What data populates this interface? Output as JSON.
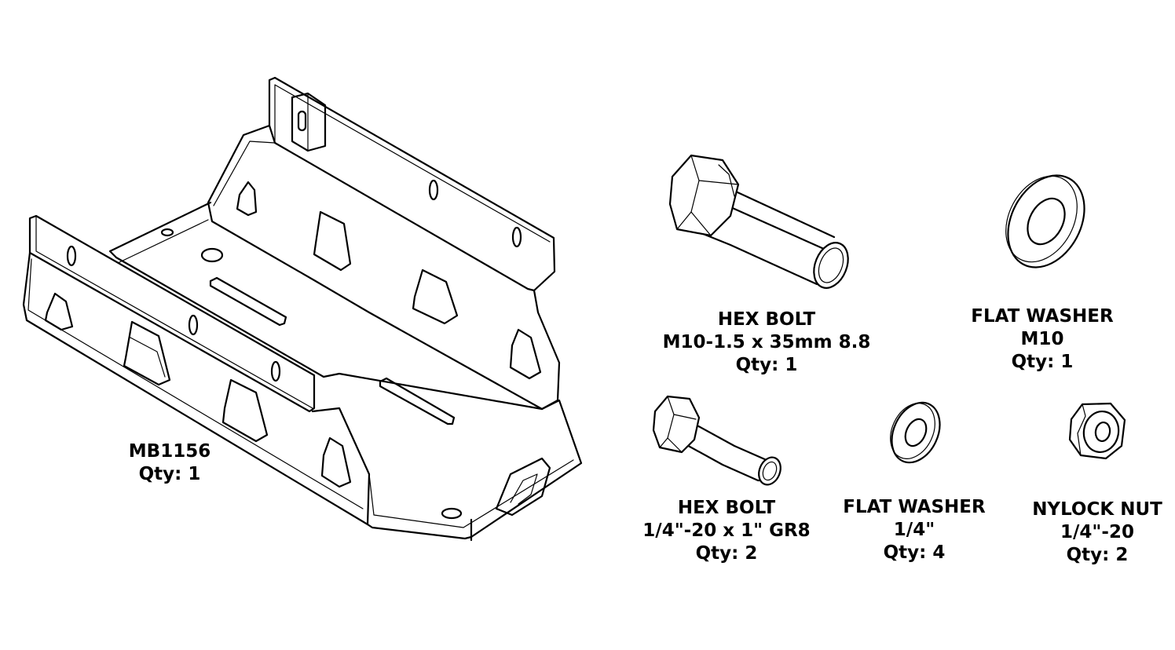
{
  "parts": {
    "bracket": {
      "part_no": "MB1156",
      "qty": "Qty: 1"
    },
    "hex_bolt_m10": {
      "name": "HEX BOLT",
      "spec": "M10-1.5 x 35mm 8.8",
      "qty": "Qty: 1"
    },
    "washer_m10": {
      "name": "FLAT WASHER",
      "spec": "M10",
      "qty": "Qty: 1"
    },
    "hex_bolt_14": {
      "name": "HEX BOLT",
      "spec": "1/4\"-20 x 1\" GR8",
      "qty": "Qty: 2"
    },
    "washer_14": {
      "name": "FLAT WASHER",
      "spec": "1/4\"",
      "qty": "Qty: 4"
    },
    "nylock_nut": {
      "name": "NYLOCK NUT",
      "spec": "1/4\"-20",
      "qty": "Qty: 2"
    }
  }
}
